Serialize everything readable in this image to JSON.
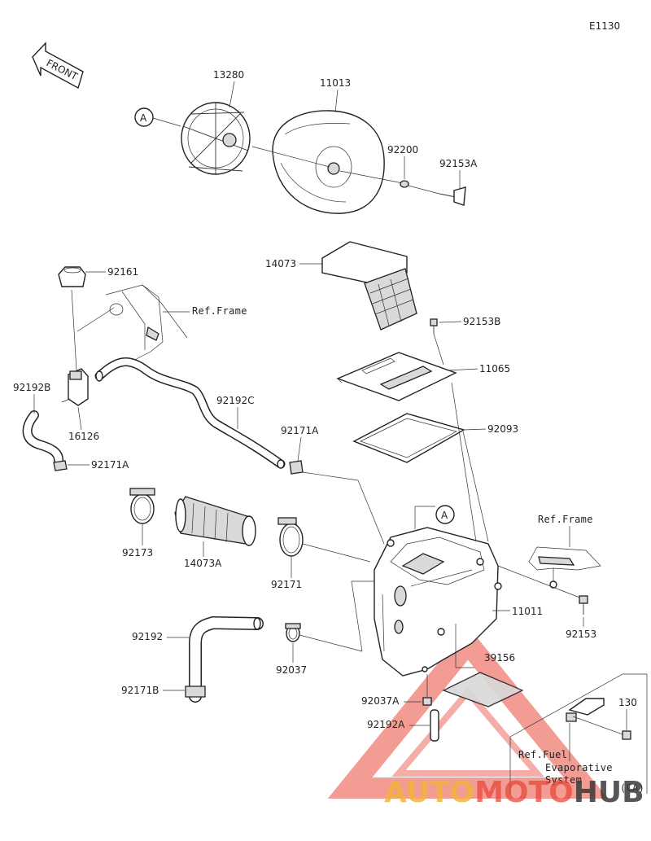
{
  "diagram_code": "E1130",
  "front_label": "FRONT",
  "parts": {
    "p13280": "13280",
    "p11013": "11013",
    "p92200": "92200",
    "p92153A": "92153A",
    "p14073": "14073",
    "p92161": "92161",
    "p92153B": "92153B",
    "p11065": "11065",
    "p92192B": "92192B",
    "p16126": "16126",
    "p92192C": "92192C",
    "p92171A_1": "92171A",
    "p92171A_2": "92171A",
    "p92093": "92093",
    "p92173": "92173",
    "p14073A": "14073A",
    "p92171": "92171",
    "p11011": "11011",
    "p92153": "92153",
    "p92192": "92192",
    "p92037": "92037",
    "p39156": "39156",
    "p92171B": "92171B",
    "p92037A": "92037A",
    "p92192A": "92192A",
    "p130": "130"
  },
  "refs": {
    "frame1": "Ref.Frame",
    "frame2": "Ref.Frame",
    "fuel": "Ref.Fuel",
    "evap1": "Evaporative",
    "evap2": "System",
    "ca": "(CA)"
  },
  "callouts": {
    "a1": "A",
    "a2": "A"
  },
  "watermark": {
    "part1": "AUTO",
    "part2": "MOTO",
    "part3": "HUB",
    "color1": "#f3b33d",
    "color2": "#e84a3b",
    "color3": "#3a3a3a"
  }
}
